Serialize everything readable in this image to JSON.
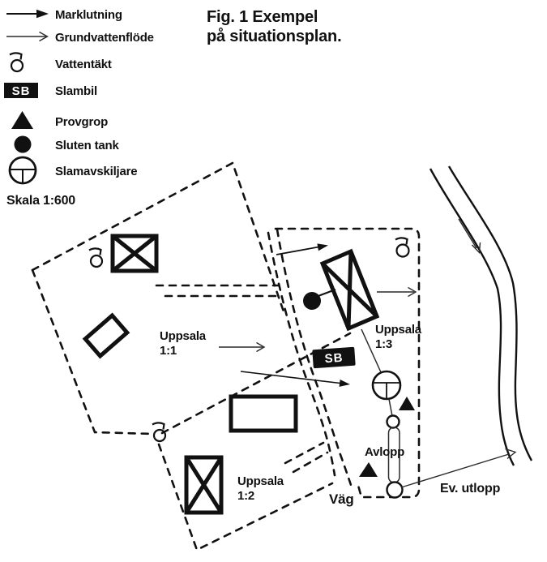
{
  "title": {
    "line1": "Fig. 1 Exempel",
    "line2": "på situationsplan."
  },
  "legend": {
    "items": [
      {
        "symbol": "solid-arrow-icon",
        "label": "Marklutning"
      },
      {
        "symbol": "open-arrow-icon",
        "label": "Grundvattenflöde"
      },
      {
        "symbol": "well-icon",
        "label": "Vattentäkt"
      },
      {
        "symbol": "sb-box-icon",
        "symbol_text": "SB",
        "label": "Slambil"
      },
      {
        "symbol": "triangle-icon",
        "label": "Provgrop"
      },
      {
        "symbol": "filled-circle-icon",
        "label": "Sluten tank"
      },
      {
        "symbol": "septic-tank-icon",
        "label": "Slamavskiljare"
      }
    ],
    "scale": "Skala 1:600"
  },
  "map": {
    "labels": {
      "parcel1": {
        "name": "Uppsala",
        "number": "1:1"
      },
      "parcel2": {
        "name": "Uppsala",
        "number": "1:2"
      },
      "parcel3": {
        "name": "Uppsala",
        "number": "1:3"
      },
      "road": "Väg",
      "sewer": "Avlopp",
      "outlet": "Ev. utlopp",
      "sludge_truck": "SB"
    },
    "colors": {
      "ink": "#111111",
      "background": "#ffffff"
    }
  }
}
